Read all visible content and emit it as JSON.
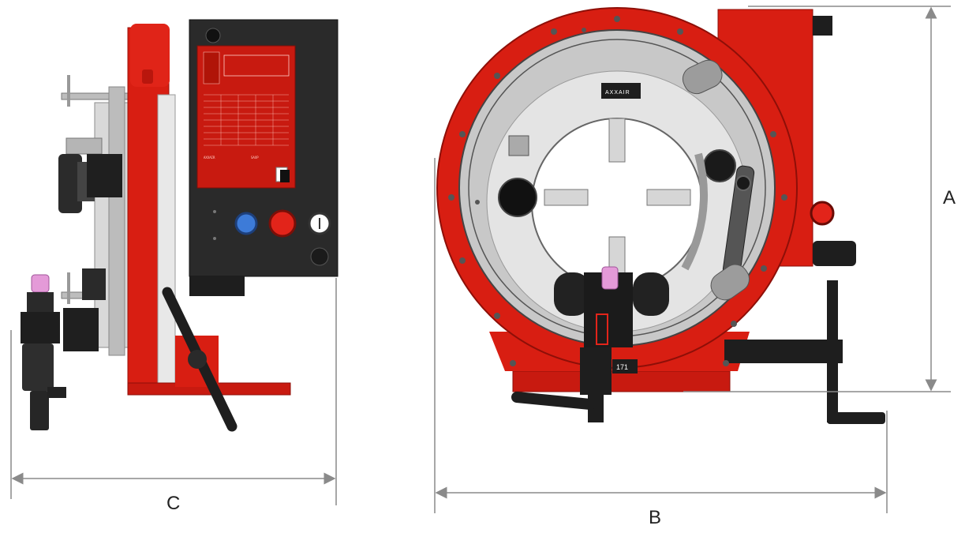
{
  "dimensions": {
    "a_label": "A",
    "b_label": "B",
    "c_label": "C"
  },
  "machine": {
    "brand_label": "AXXAIR",
    "brand_label_side": "AXXAIR",
    "model_label": "SAXP",
    "head_number": "171"
  },
  "colors": {
    "frame_red": "#d81e12",
    "panel_black": "#2a2a2a",
    "ring_grey": "#c8c8c8",
    "dim_line": "#8a8a8a"
  }
}
